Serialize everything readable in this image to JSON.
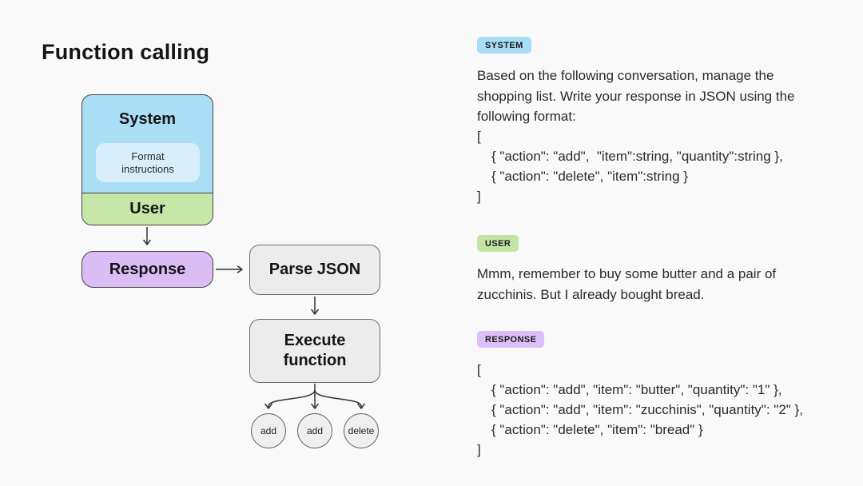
{
  "title": "Function calling",
  "diagram": {
    "system_label": "System",
    "format_instructions": "Format\ninstructions",
    "format_line1": "Format",
    "format_line2": "instructions",
    "user_label": "User",
    "response_label": "Response",
    "parse_json_label": "Parse JSON",
    "execute_line1": "Execute",
    "execute_line2": "function",
    "calls": [
      "add",
      "add",
      "delete"
    ]
  },
  "panels": {
    "system": {
      "badge": "SYSTEM",
      "lines": [
        "Based on the following conversation, manage the",
        "shopping list. Write your response in JSON using the",
        "following format:"
      ],
      "json_lines": [
        "[",
        "{ \"action\": \"add\",  \"item\":string, \"quantity\":string },",
        "{ \"action\": \"delete\", \"item\":string }",
        "]"
      ]
    },
    "user": {
      "badge": "USER",
      "lines": [
        "Mmm, remember to buy some butter and a pair of",
        "zucchinis. But I already bought bread."
      ]
    },
    "response": {
      "badge": "RESPONSE",
      "json_lines": [
        "[",
        "{ \"action\": \"add\", \"item\": \"butter\", \"quantity\": \"1\" },",
        "{ \"action\": \"add\", \"item\": \"zucchinis\", \"quantity\": \"2\" },",
        "{ \"action\": \"delete\", \"item\": \"bread\" }",
        "]"
      ]
    }
  },
  "colors": {
    "background": "#f9f9f9",
    "system_blue": "#a9def5",
    "format_inner_blue": "#d8effb",
    "user_green": "#c7e7a9",
    "response_purple": "#dabdf5",
    "process_gray": "#ececec",
    "badge_system": "#a7ddf5",
    "badge_user": "#c3e5a3",
    "badge_response": "#dcbff8",
    "text": "#2b2b2b"
  }
}
